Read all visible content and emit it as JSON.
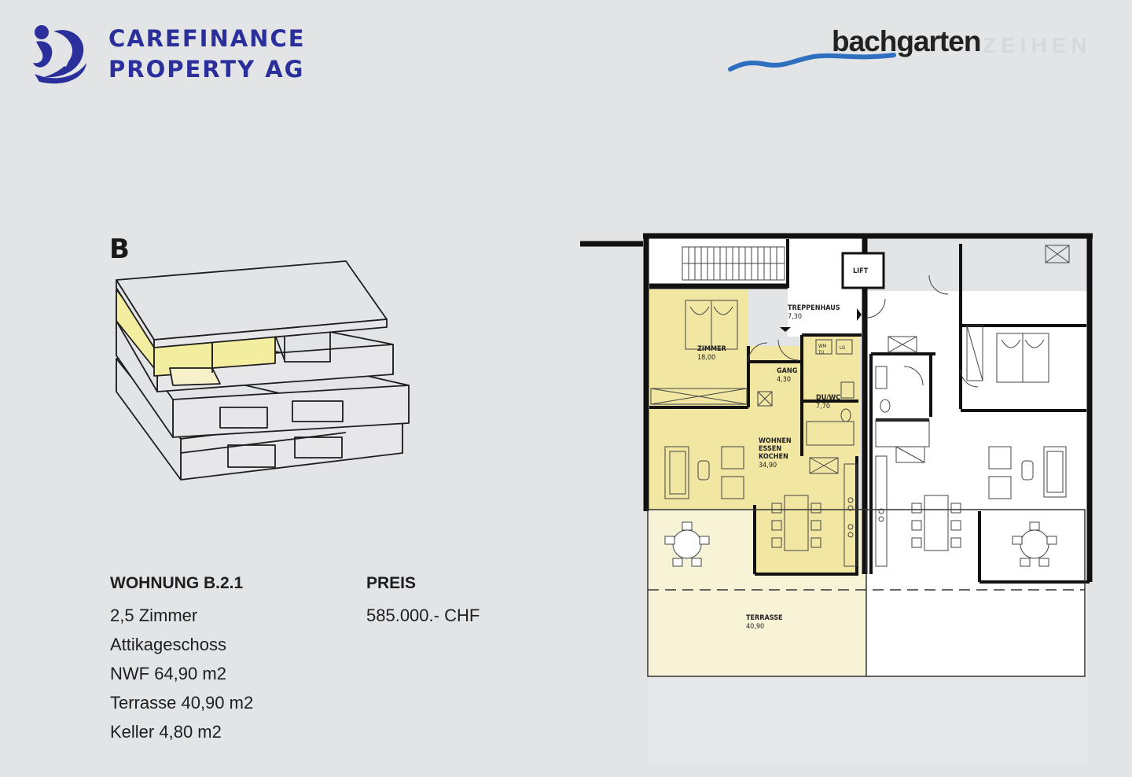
{
  "brand": {
    "name_line1": "CAREFINANCE",
    "name_line2": "PROPERTY AG",
    "logo_color": "#2a2f9b"
  },
  "project_logo": {
    "name": "bachgarten",
    "sub": "ZEIHEN",
    "wave_color": "#2f6fc0"
  },
  "building": {
    "letter": "B",
    "highlight_color": "#f3eda0"
  },
  "unit": {
    "title": "WOHNUNG B.2.1",
    "rooms": "2,5 Zimmer",
    "floor": "Attikageschoss",
    "nwf": "NWF 64,90 m2",
    "terrace": "Terrasse 40,90 m2",
    "cellar": "Keller 4,80 m2"
  },
  "price": {
    "label": "PREIS",
    "value": "585.000.- CHF"
  },
  "floorplan": {
    "highlight_color": "#f1e7a2",
    "terrace_color": "#f6f3d6",
    "rooms": [
      {
        "name": "ZIMMER",
        "area": "18,00"
      },
      {
        "name": "GANG",
        "area": "4,30"
      },
      {
        "name": "DU/WC",
        "area": "7,70"
      },
      {
        "name_lines": [
          "WOHNEN",
          "ESSEN",
          "KOCHEN"
        ],
        "area": "34,90"
      },
      {
        "name": "TREPPENHAUS",
        "area": "7,30"
      },
      {
        "name": "LIFT"
      },
      {
        "name": "TERRASSE",
        "area": "40,90"
      }
    ],
    "fixtures": {
      "washer": "WM",
      "dryer": "TU",
      "storage": "LG"
    }
  }
}
